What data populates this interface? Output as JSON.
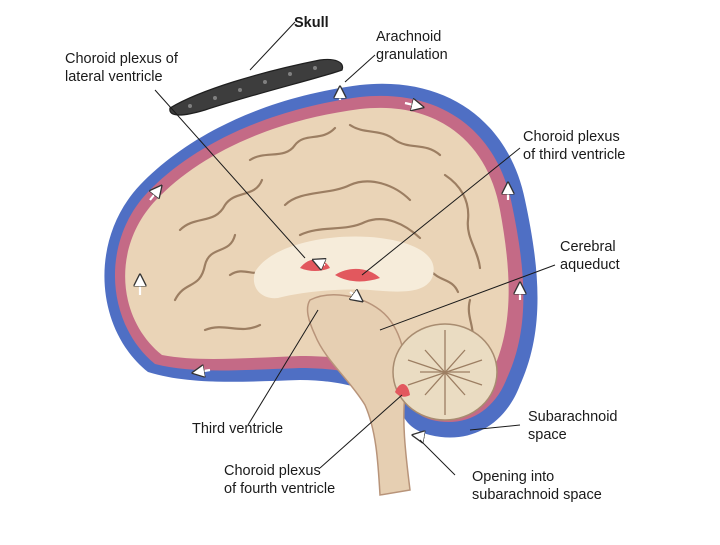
{
  "diagram": {
    "labels": {
      "skull": [
        "Skull"
      ],
      "arachnoid_granulation": [
        "Arachnoid",
        "granulation"
      ],
      "choroid_lateral": [
        "Choroid plexus of",
        "lateral ventricle"
      ],
      "choroid_third": [
        "Choroid plexus",
        "of third ventricle"
      ],
      "cerebral_aqueduct": [
        "Cerebral",
        "aqueduct"
      ],
      "subarachnoid_space": [
        "Subarachnoid",
        "space"
      ],
      "third_ventricle": [
        "Third ventricle"
      ],
      "choroid_fourth": [
        "Choroid plexus",
        "of fourth ventricle"
      ],
      "opening_subarachnoid": [
        "Opening into",
        "subarachnoid space"
      ]
    },
    "colors": {
      "subarachnoid": "#4f6fc4",
      "dura": "#c46a86",
      "brain": "#ead4b7",
      "gyri_lines": "#9c7e62",
      "choroid": "#e2585e",
      "ventricle": "#f6ecda",
      "skull": "#3d3d3d",
      "leader": "#1a1a1a"
    }
  }
}
